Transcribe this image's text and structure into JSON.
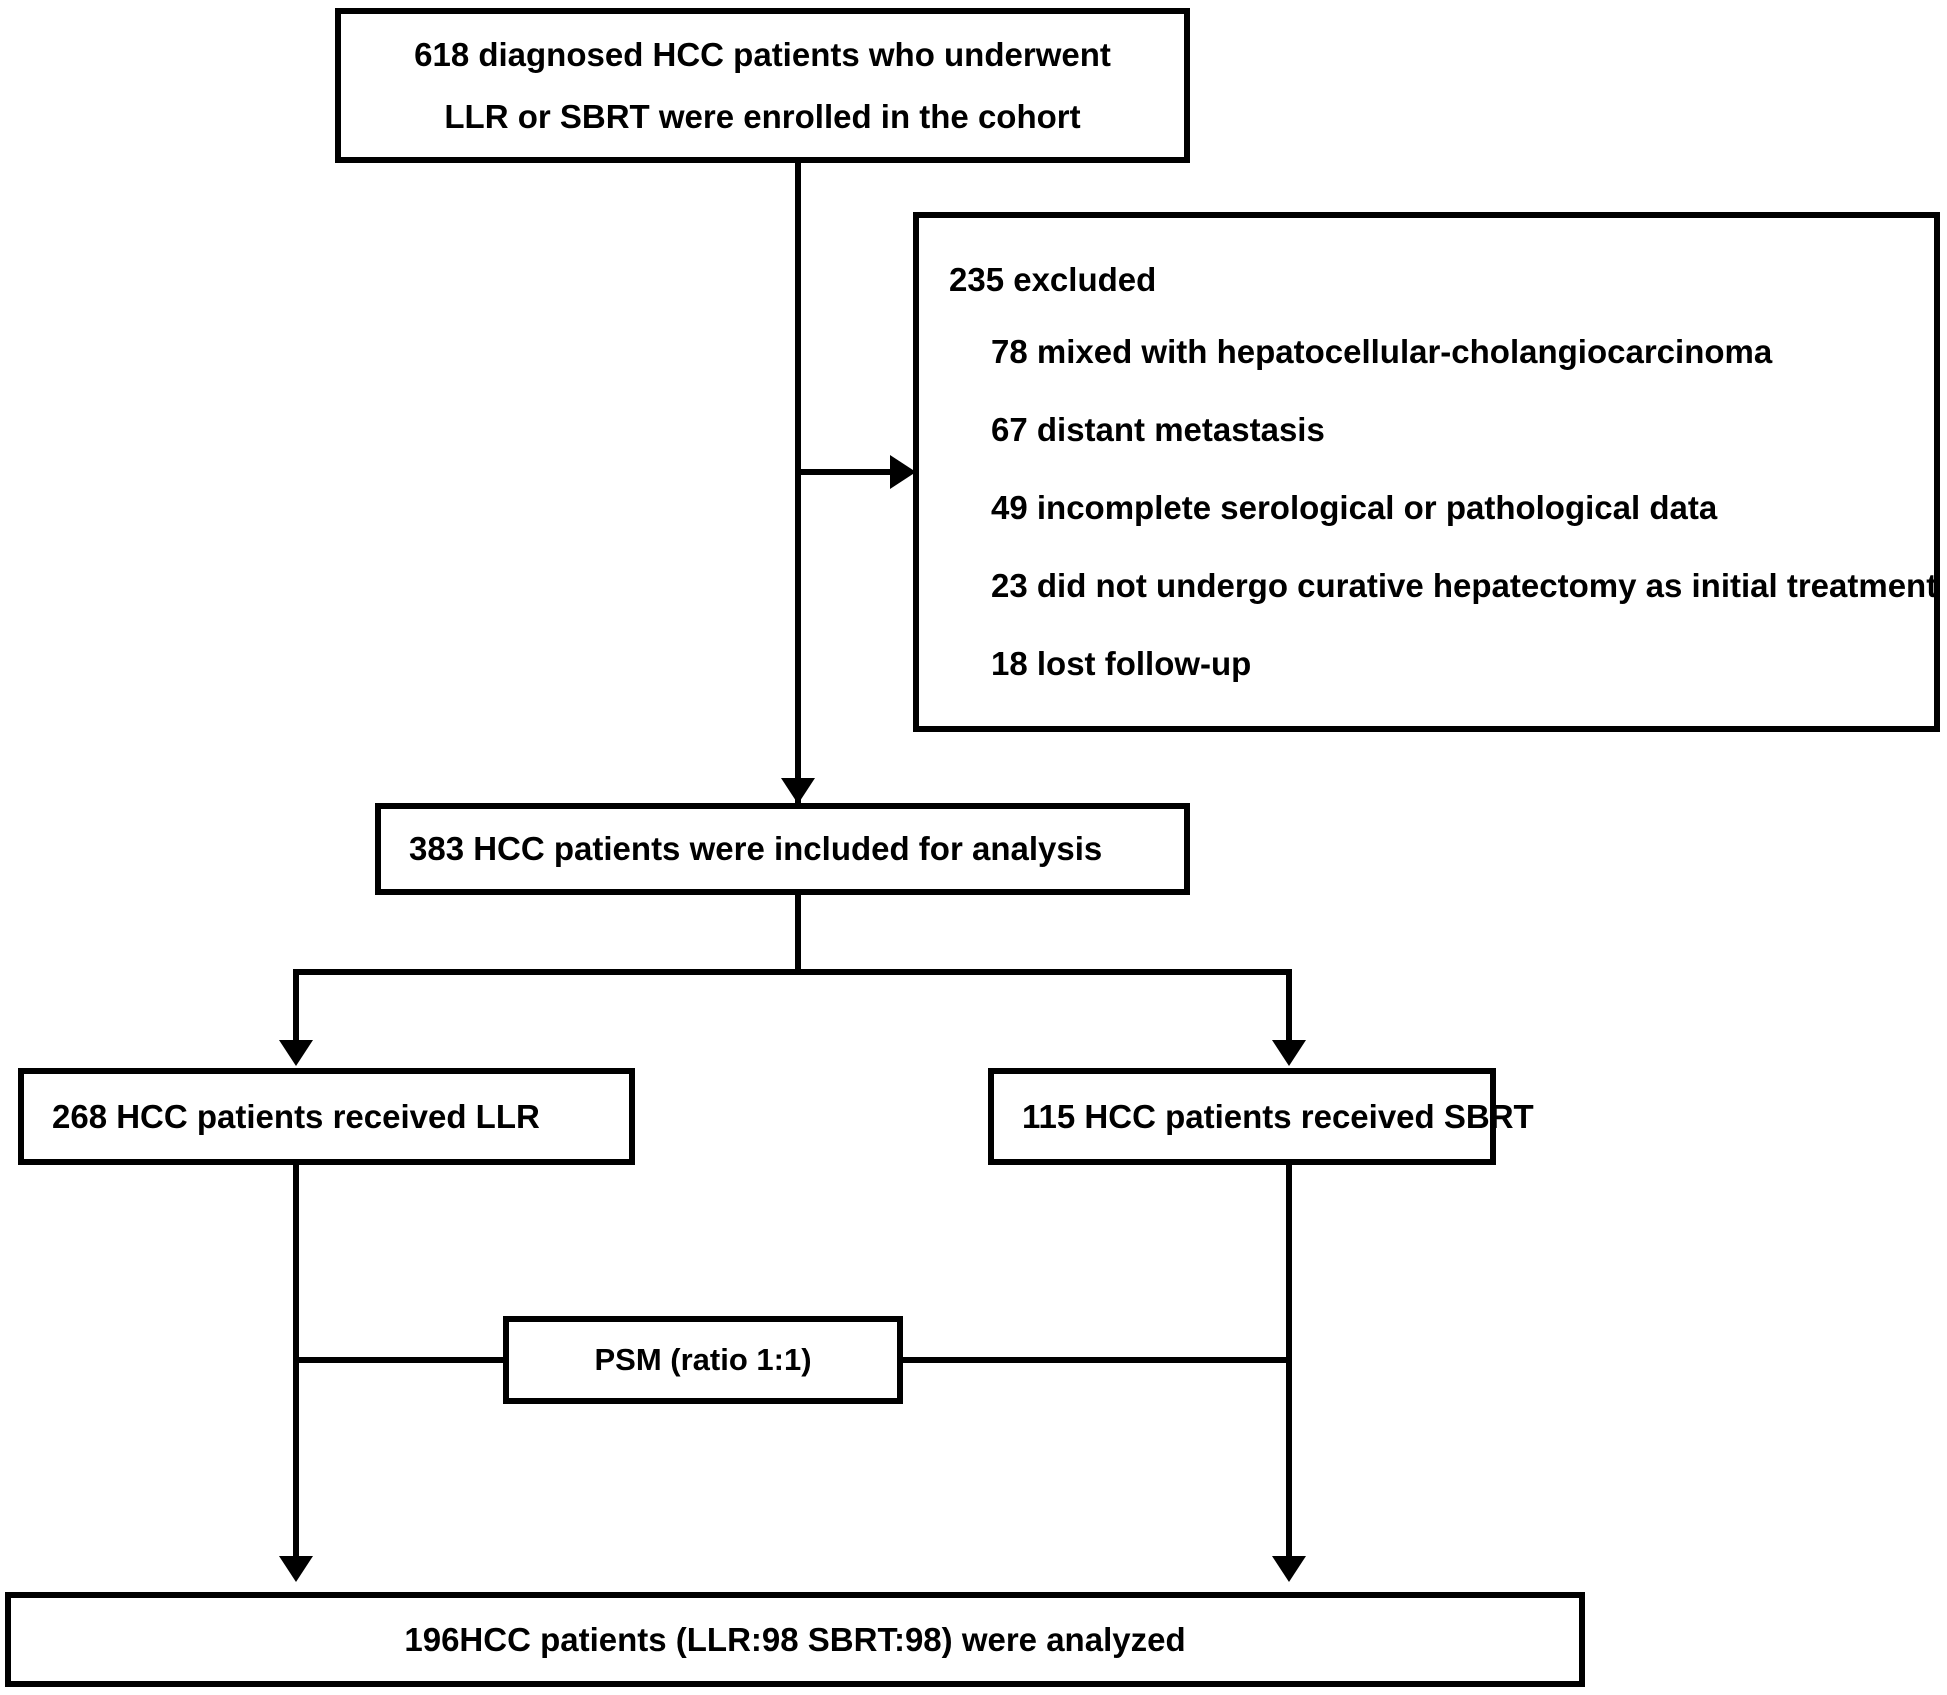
{
  "diagram": {
    "title": "HCC patient selection flow diagram",
    "line_color": "#000000",
    "background_color": "#ffffff",
    "nodes": {
      "enrolled": {
        "line1": "618 diagnosed HCC patients who underwent",
        "line2": "LLR or SBRT were enrolled in the cohort"
      },
      "excluded": {
        "heading": "235 excluded",
        "reasons": [
          "78 mixed with hepatocellular-cholangiocarcinoma",
          "67 distant metastasis",
          "49 incomplete serological or pathological data",
          "23 did not undergo curative hepatectomy as initial treatment",
          "18 lost follow-up"
        ]
      },
      "included": {
        "label": "383 HCC patients were included for analysis"
      },
      "llr": {
        "label": "268 HCC patients received LLR"
      },
      "sbrt": {
        "label": "115 HCC patients received SBRT"
      },
      "psm": {
        "label": "PSM (ratio 1:1)"
      },
      "analyzed": {
        "label": "196HCC patients (LLR:98 SBRT:98) were analyzed"
      }
    }
  }
}
